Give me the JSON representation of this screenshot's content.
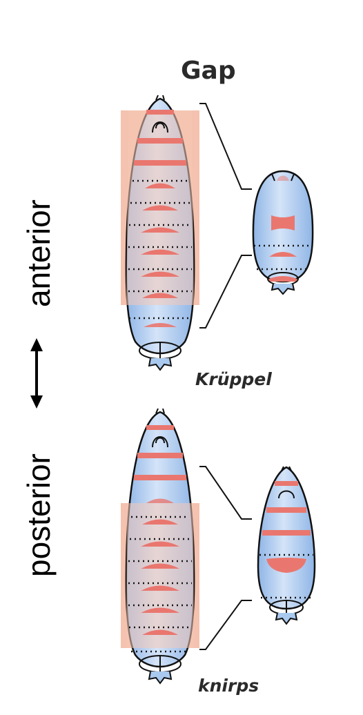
{
  "diagram": {
    "title": "Gap",
    "axis": {
      "top_label": "anterior",
      "bottom_label": "posterior"
    },
    "panels": [
      {
        "gene": "Krüppel"
      },
      {
        "gene": "knirps"
      }
    ]
  },
  "colors": {
    "embryo_fill": "#a9c9ef",
    "embryo_outline": "#111111",
    "expression_band": "#e9776f",
    "expression_domain": "#f2b7a0",
    "segment_line": "#111111"
  }
}
